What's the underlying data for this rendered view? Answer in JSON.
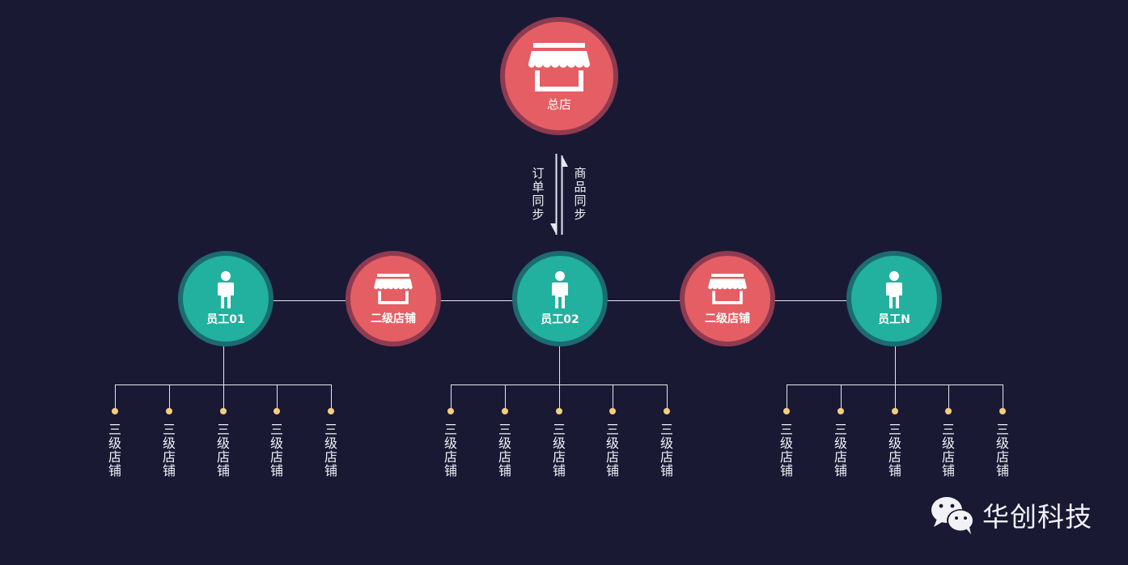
{
  "hq": {
    "label": "总店",
    "icon": "shop-icon"
  },
  "sync": {
    "left": "订单同步",
    "right": "商品同步"
  },
  "middle_row": [
    {
      "label": "员工01",
      "icon": "person-icon",
      "color": "#22b19e"
    },
    {
      "label": "二级店铺",
      "icon": "shop-icon",
      "color": "#e45e63"
    },
    {
      "label": "员工02",
      "icon": "person-icon",
      "color": "#22b19e"
    },
    {
      "label": "二级店铺",
      "icon": "shop-icon",
      "color": "#e45e63"
    },
    {
      "label": "员工N",
      "icon": "person-icon",
      "color": "#22b19e"
    }
  ],
  "leaf_label": "三级店铺",
  "leaf_groups": [
    {
      "parent": "员工01",
      "count": 5
    },
    {
      "parent": "员工02",
      "count": 5
    },
    {
      "parent": "员工N",
      "count": 5
    }
  ],
  "brand": {
    "name": "华创科技",
    "icon": "wechat-icon"
  },
  "colors": {
    "background": "#1a1934",
    "red": "#e45e63",
    "red_ring": "#8f3a51",
    "green": "#22b19e",
    "green_ring": "#1c6b71",
    "dot": "#f4cf7e",
    "line": "#e6e6ee"
  }
}
